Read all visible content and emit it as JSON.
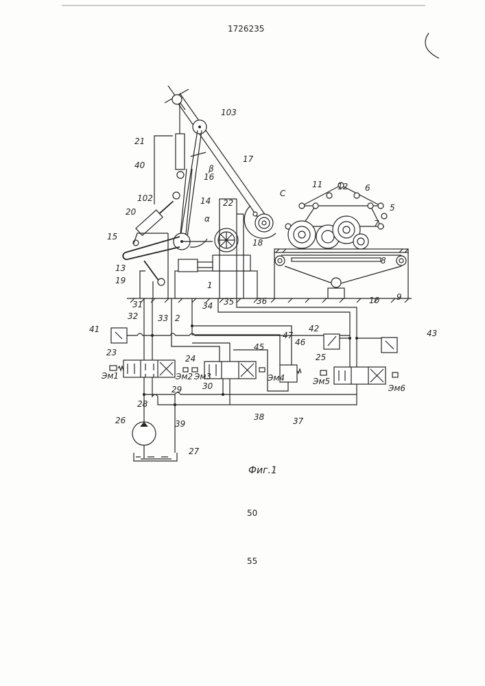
{
  "document": {
    "patent_number": "1726235",
    "figure_caption": "Фиг.1",
    "line_numbers": [
      "50",
      "55"
    ]
  },
  "labels": {
    "l103": "103",
    "l21": "21",
    "l17": "17",
    "l40": "40",
    "beta": "β",
    "l16": "16",
    "lC": "C",
    "l11": "11",
    "l12": "12",
    "l6": "6",
    "l102": "102",
    "l22": "22",
    "l14": "14",
    "alpha": "α",
    "l20": "20",
    "l5": "5",
    "l7": "7",
    "l18": "18",
    "l15": "15",
    "l13": "13",
    "l19": "19",
    "l8": "8",
    "l10": "10",
    "l9": "9",
    "l1": "1",
    "l2": "2",
    "l31": "31",
    "l32": "32",
    "l33": "33",
    "l34": "34",
    "l35": "35",
    "l36": "36",
    "l41": "41",
    "l42": "42",
    "l43": "43",
    "l47": "47",
    "l46": "46",
    "l45": "45",
    "l23": "23",
    "l24": "24",
    "l25": "25",
    "em1": "Эм1",
    "em2": "Эм2",
    "em3": "Эм3",
    "em4": "Эм4",
    "em5": "Эм5",
    "em6": "Эм6",
    "l30": "30",
    "l29": "29",
    "l28": "28",
    "l38": "38",
    "l37": "37",
    "l26": "26",
    "l39": "39",
    "l27": "27"
  }
}
